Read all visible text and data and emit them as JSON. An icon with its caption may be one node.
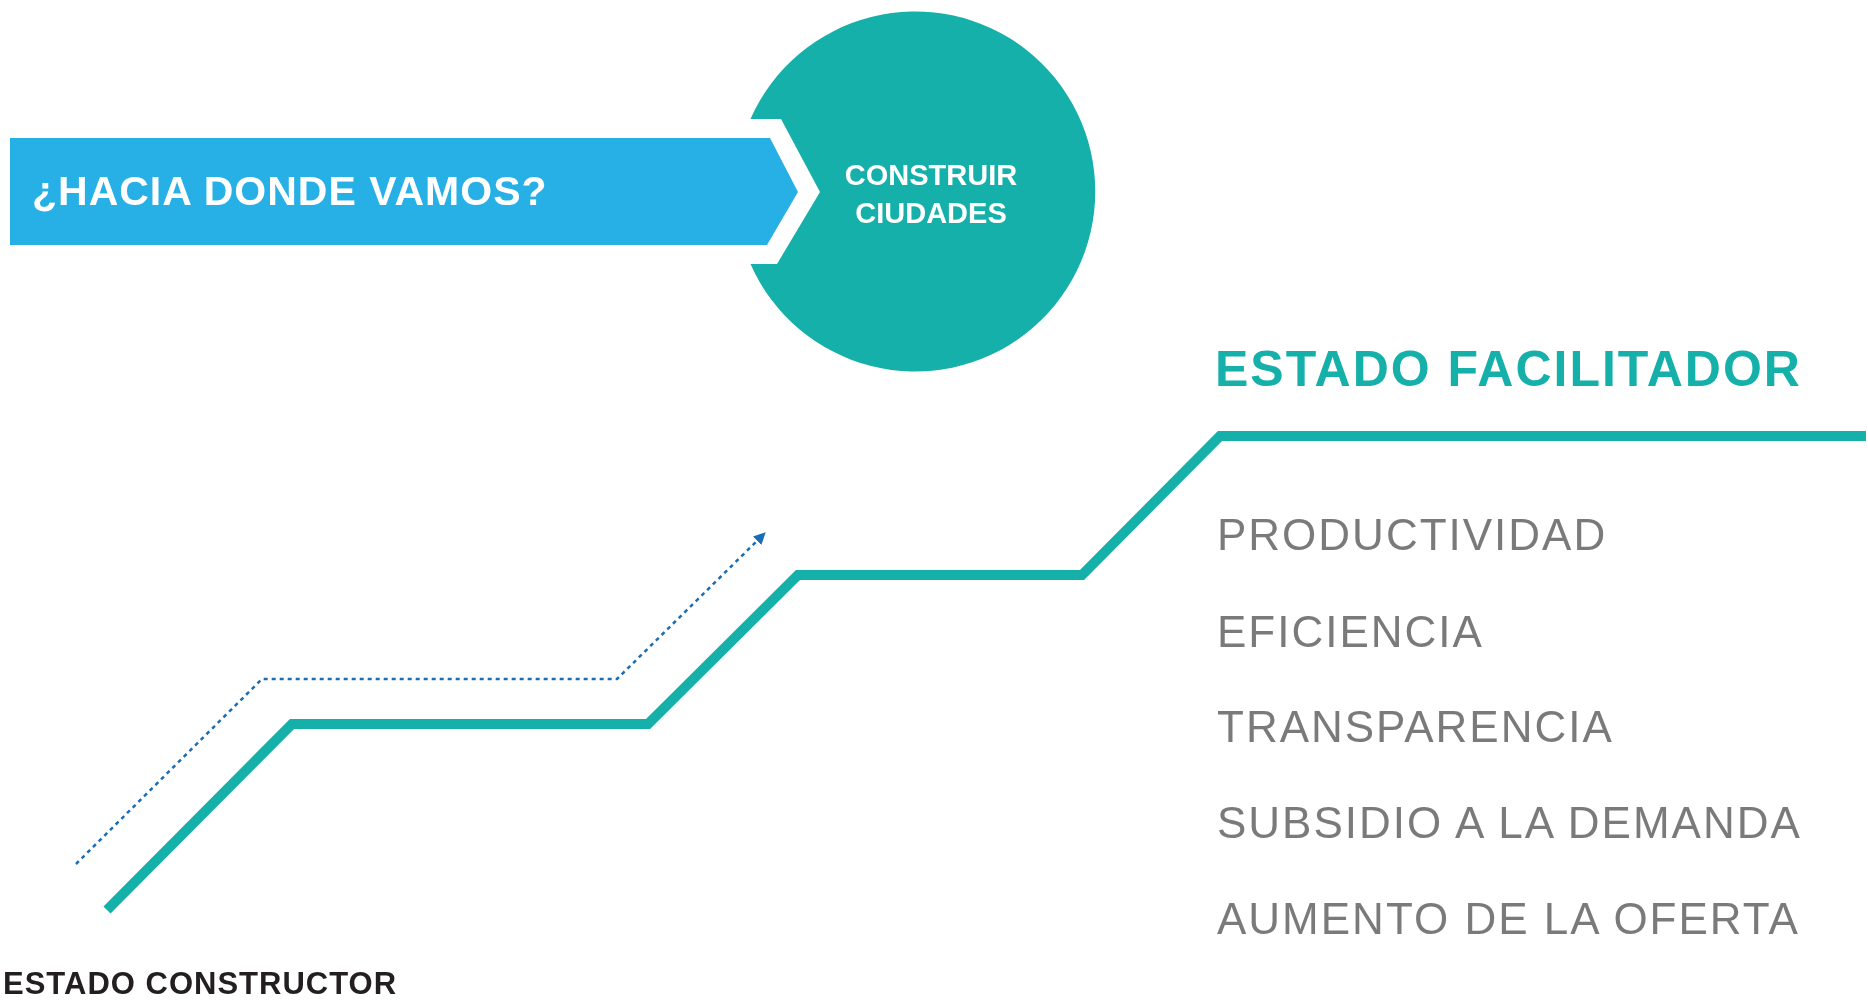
{
  "diagram": {
    "nodes": [
      {
        "text": [
          "¿HACIA DONDE VAMOS?"
        ]
      },
      {
        "text": [
          "CONSTRUIR CIUDADES"
        ]
      },
      {
        "text": [
          "ESTADO CONSTRUCTOR"
        ]
      },
      {
        "text": [
          "ESTADO FACILITADOR"
        ]
      }
    ],
    "labels": [
      "PRODUCTIVIDAD",
      "EFICIENCIA",
      "TRANSPARENCIA",
      "SUBSIDIO A LA DEMANDA",
      "AUMENTO DE LA OFERTA"
    ]
  }
}
